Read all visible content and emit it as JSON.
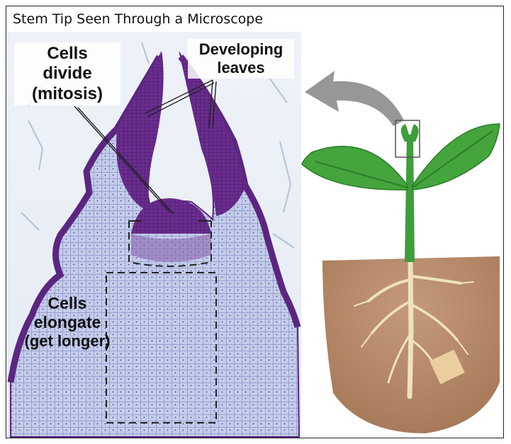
{
  "title": "Stem Tip Seen Through a Microscope",
  "labels": {
    "cells_divide_line1": "Cells",
    "cells_divide_line2": "divide",
    "cells_divide_line3": "(mitosis)",
    "developing_leaves_line1": "Developing",
    "developing_leaves_line2": "leaves",
    "cells_elongate_line1": "Cells",
    "cells_elongate_line2": "elongate",
    "cells_elongate_line3": "(get longer)"
  },
  "colors": {
    "tissue_purple": "#5b2680",
    "cell_blue": "#b8c4e6",
    "leaf_green": "#3e9e3a",
    "soil_brown": "#b58a6a",
    "root_tan": "#eee0b8",
    "arrow_gray": "#8c8c8c"
  }
}
